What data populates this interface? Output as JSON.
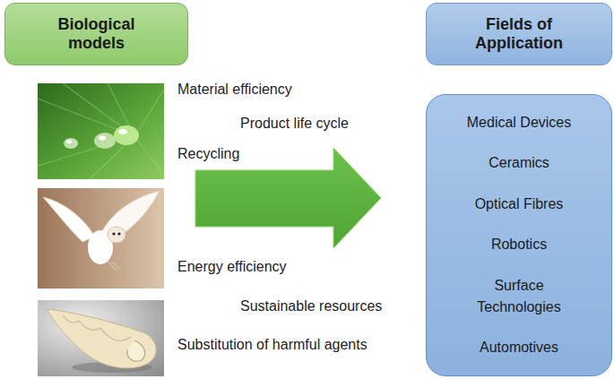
{
  "diagram": {
    "nodes": [
      {
        "text": [
          "Biological models"
        ]
      },
      {
        "text": [
          "Fields of Application"
        ]
      },
      {
        "text": [
          "Medical Devices",
          "Ceramics",
          "Optical Fibres",
          "Robotics",
          "Surface Technologies",
          "Automotives"
        ]
      }
    ],
    "labels": [
      "Material efficiency",
      "Product life cycle",
      "Recycling",
      "Energy efficiency",
      "Sustainable resources",
      "Substitution of harmful agents"
    ]
  }
}
